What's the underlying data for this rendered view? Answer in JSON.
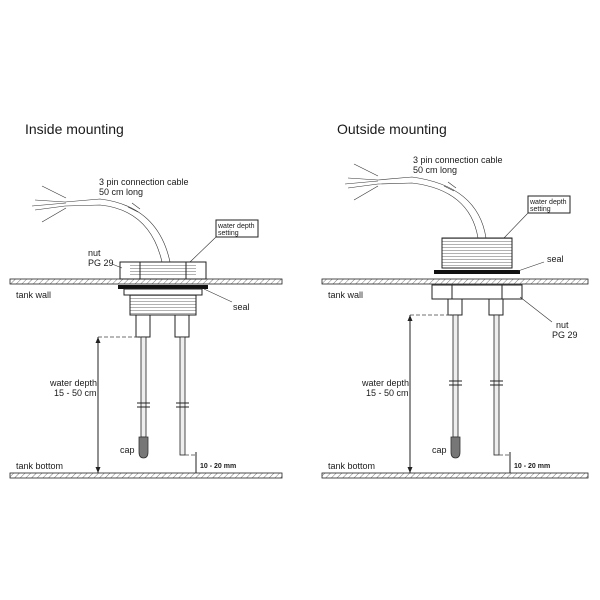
{
  "inside": {
    "title": "Inside mounting",
    "cable_line1": "3 pin connection cable",
    "cable_line2": "50 cm long",
    "depth_setting_line1": "water depth",
    "depth_setting_line2": "setting",
    "nut_line1": "nut",
    "nut_line2": "PG 29",
    "seal": "seal",
    "tank_wall": "tank wall",
    "water_depth_line1": "water depth",
    "water_depth_line2": "15 - 50 cm",
    "cap": "cap",
    "tank_bottom": "tank bottom",
    "gap": "10 - 20 mm"
  },
  "outside": {
    "title": "Outside mounting",
    "cable_line1": "3 pin connection cable",
    "cable_line2": "50 cm long",
    "depth_setting_line1": "water depth",
    "depth_setting_line2": "setting",
    "seal": "seal",
    "tank_wall": "tank wall",
    "nut_line1": "nut",
    "nut_line2": "PG 29",
    "water_depth_line1": "water depth",
    "water_depth_line2": "15 - 50 cm",
    "cap": "cap",
    "tank_bottom": "tank bottom",
    "gap": "10 - 20 mm"
  },
  "colors": {
    "line": "#222222",
    "hatch": "#555555",
    "seal": "#111111",
    "cap": "#777777"
  }
}
